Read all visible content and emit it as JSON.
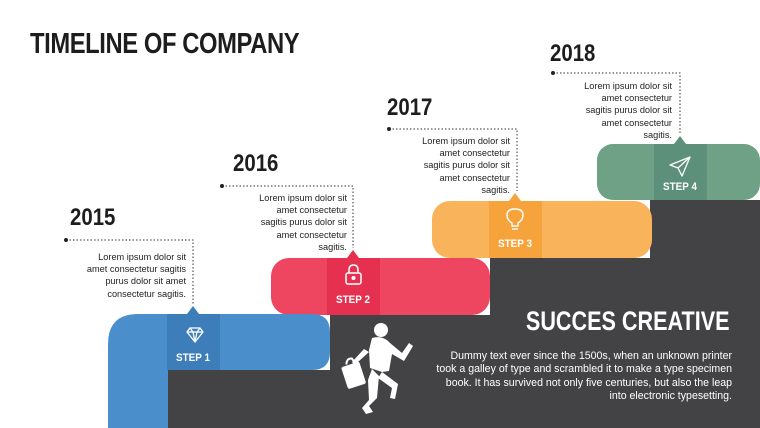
{
  "title": "TIMELINE OF COMPANY",
  "colors": {
    "step1": "#4a8fcc",
    "step2": "#ee4560",
    "step3": "#f9b35a",
    "step4": "#6ea185",
    "dark": "#434346"
  },
  "steps": [
    {
      "year": "2015",
      "label": "STEP 1",
      "icon": "diamond-icon",
      "text": "Lorem ipsum dolor sit\namet consectetur sagitis\npurus dolor sit amet\nconsectetur sagitis."
    },
    {
      "year": "2016",
      "label": "STEP 2",
      "icon": "lock-icon",
      "text": "Lorem ipsum dolor sit\namet consectetur\nsagitis purus dolor sit\namet consectetur\nsagitis."
    },
    {
      "year": "2017",
      "label": "STEP 3",
      "icon": "lightbulb-icon",
      "text": "Lorem ipsum dolor sit\namet consectetur\nsagitis purus dolor sit\namet consectetur\nsagitis."
    },
    {
      "year": "2018",
      "label": "STEP 4",
      "icon": "paper-plane-icon",
      "text": "Lorem ipsum dolor sit\namet consectetur\nsagitis purus dolor sit\namet consectetur\nsagitis."
    }
  ],
  "panel": {
    "title": "SUCCES CREATIVE",
    "text": "Dummy text ever since the 1500s, when an unknown printer took a galley of type and scrambled it to make a type specimen book. It has survived not only five centuries, but also the leap into electronic typesetting.",
    "figure": "businessman-with-briefcase-silhouette"
  }
}
